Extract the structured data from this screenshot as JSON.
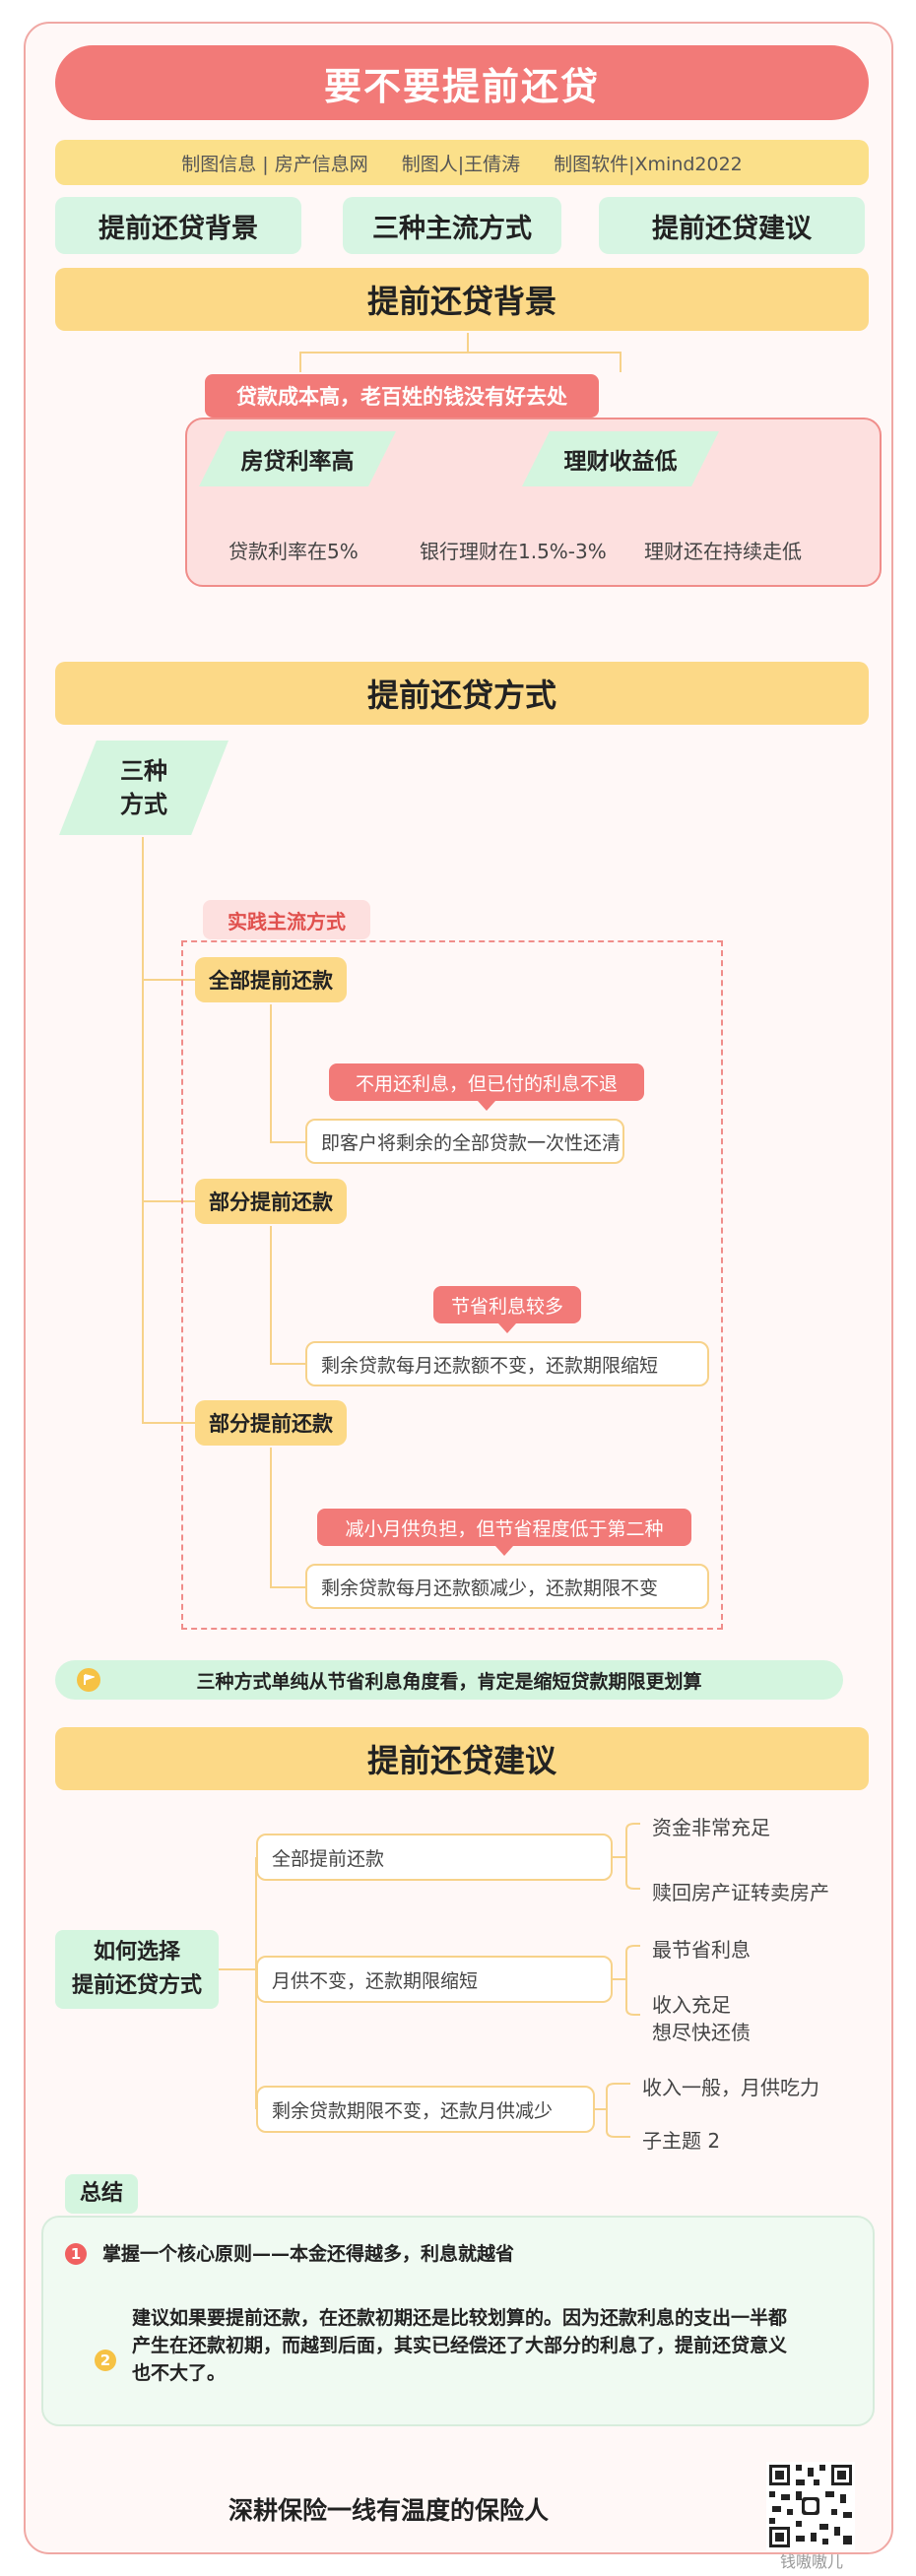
{
  "title": "要不要提前还贷",
  "info": {
    "source": "制图信息 | 房产信息网",
    "author": "制图人|王倩涛",
    "software": "制图软件|Xmind2022"
  },
  "tags": [
    "提前还贷背景",
    "三种主流方式",
    "提前还贷建议"
  ],
  "background": {
    "heading": "提前还贷背景",
    "reason_label": "贷款成本高，老百姓的钱没有好去处",
    "left_node": "房贷利率高",
    "left_detail": "贷款利率在5%",
    "right_node": "理财收益低",
    "right_details": [
      "银行理财在1.5%-3%",
      "理财还在持续走低"
    ]
  },
  "methods": {
    "heading": "提前还贷方式",
    "root_line1": "三种",
    "root_line2": "方式",
    "group_label": "实践主流方式",
    "items": [
      {
        "name": "全部提前还款",
        "callout": "不用还利息，但已付的利息不退",
        "detail": "即客户将剩余的全部贷款一次性还清"
      },
      {
        "name": "部分提前还款",
        "callout": "节省利息较多",
        "detail": "剩余贷款每月还款额不变，还款期限缩短"
      },
      {
        "name": "部分提前还款",
        "callout": "减小月供负担，但节省程度低于第二种",
        "detail": "剩余贷款每月还款额减少，还款期限不变"
      }
    ],
    "note": "三种方式单纯从节省利息角度看，肯定是缩短贷款期限更划算"
  },
  "advice": {
    "heading": "提前还贷建议",
    "root_line1": "如何选择",
    "root_line2": "提前还贷方式",
    "options": [
      {
        "label": "全部提前还款",
        "subs": [
          "资金非常充足",
          "赎回房产证转卖房产"
        ]
      },
      {
        "label": "月供不变，还款期限缩短",
        "subs": [
          "最节省利息",
          "收入充足\n想尽快还债"
        ]
      },
      {
        "label": "剩余贷款期限不变，还款月供减少",
        "subs": [
          "收入一般，月供吃力",
          "子主题 2"
        ]
      }
    ]
  },
  "summary": {
    "label": "总结",
    "point1": "掌握一个核心原则——本金还得越多，利息就越省",
    "point2": "建议如果要提前还款，在还款初期还是比较划算的。因为还款利息的支出一半都产生在还款初期，而越到后面，其实已经偿还了大部分的利息了，提前还贷意义也不大了。",
    "num1": "1",
    "num2": "2"
  },
  "footer": {
    "slogan": "深耕保险一线有温度的保险人",
    "watermark": "钱嗷嗷儿"
  },
  "colors": {
    "coral": "#f27a78",
    "yellow": "#fcd987",
    "mint": "#d4f5df",
    "line": "#f7d28a"
  }
}
